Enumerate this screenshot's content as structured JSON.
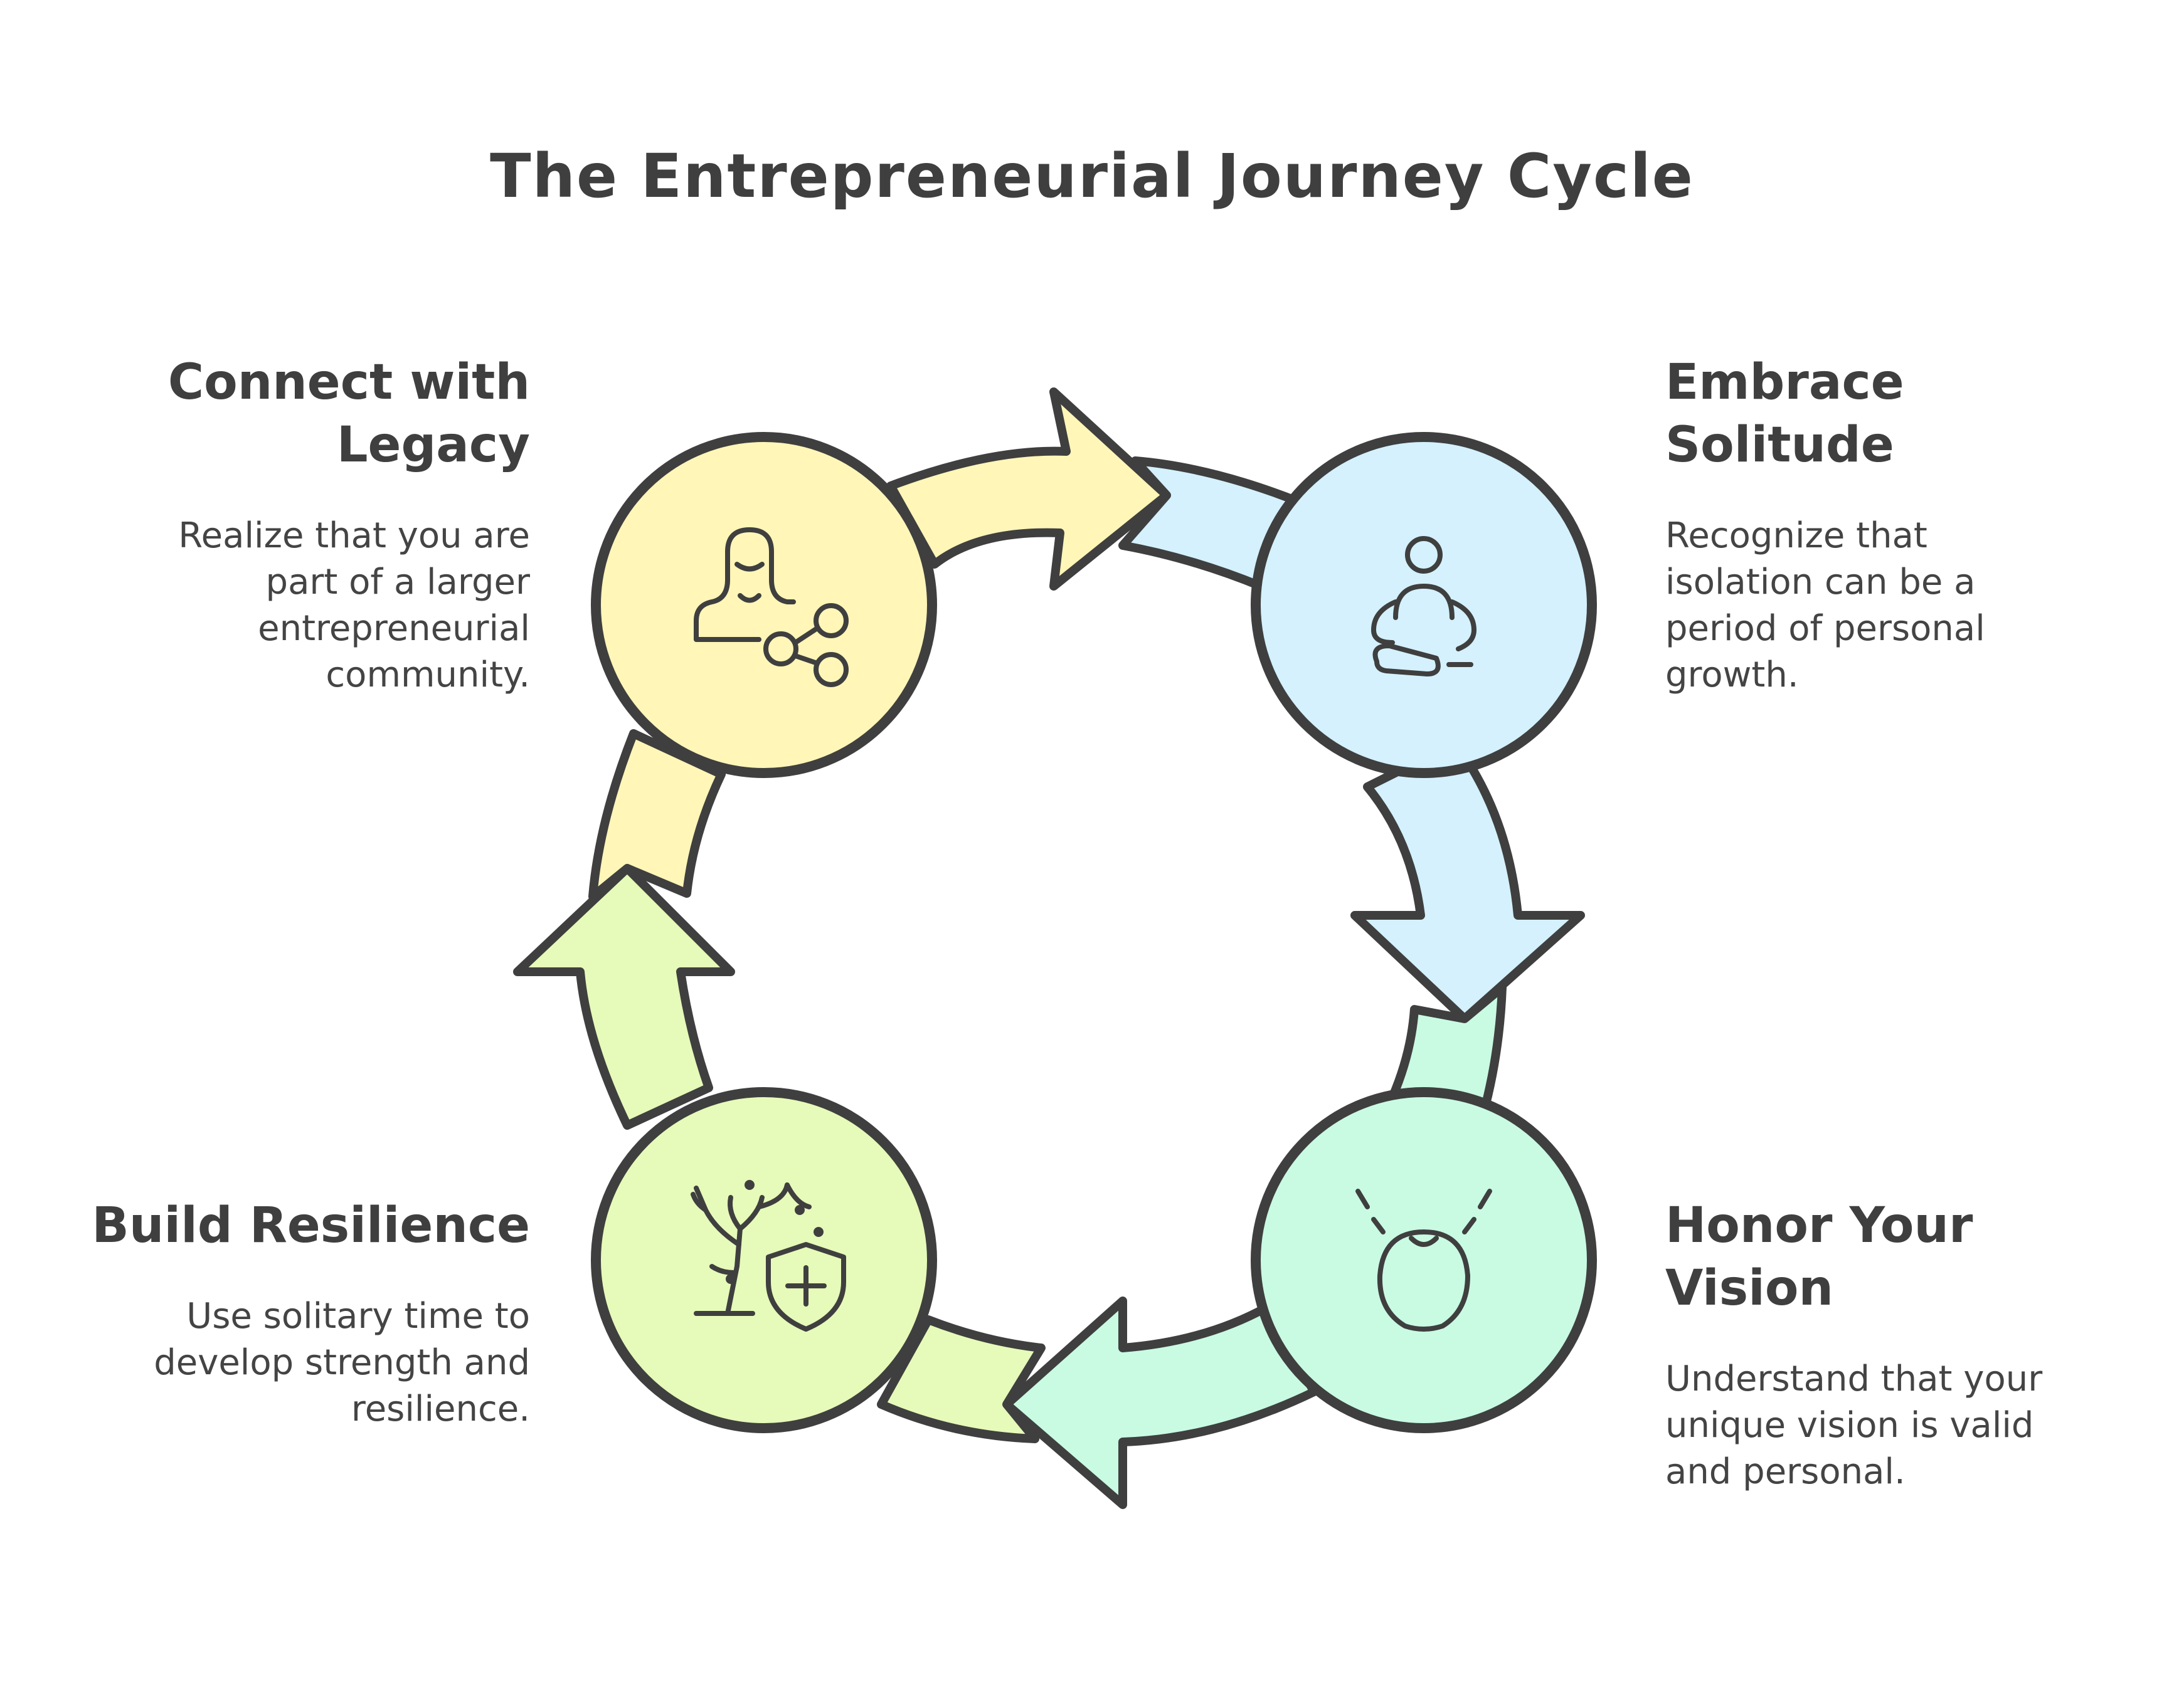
{
  "title": "The Entrepreneurial Journey Cycle",
  "steps": [
    {
      "heading_lines": [
        "Connect with",
        "Legacy"
      ],
      "description_lines": [
        "Realize that you are",
        "part of a larger",
        "entrepreneurial",
        "community."
      ],
      "icon": "person-network-icon",
      "color": "#fff6b8"
    },
    {
      "heading_lines": [
        "Embrace",
        "Solitude"
      ],
      "description_lines": [
        "Recognize that",
        "isolation can be a",
        "period of personal",
        "growth."
      ],
      "icon": "meditation-icon",
      "color": "#d4f1fd"
    },
    {
      "heading_lines": [
        "Honor Your",
        "Vision"
      ],
      "description_lines": [
        "Understand that your",
        "unique vision is valid",
        "and personal."
      ],
      "icon": "head-vision-icon",
      "color": "#c9fbe3"
    },
    {
      "heading_lines": [
        "Build Resilience"
      ],
      "description_lines": [
        "Use solitary time to",
        "develop strength and",
        "resilience."
      ],
      "icon": "tree-shield-icon",
      "color": "#e6fbb9"
    }
  ],
  "stroke_color": "#3f3f3f"
}
